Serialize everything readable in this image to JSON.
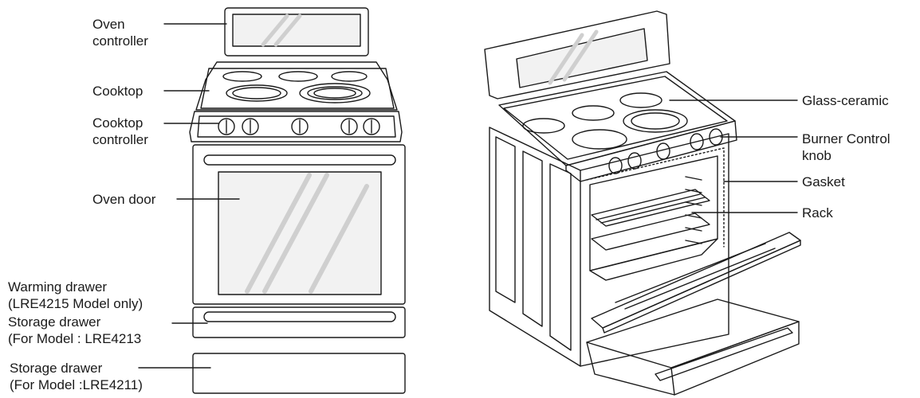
{
  "left_labels": {
    "oven_controller": [
      "Oven",
      "controller"
    ],
    "cooktop": "Cooktop",
    "cooktop_controller": [
      "Cooktop",
      "controller"
    ],
    "oven_door": "Oven door",
    "warming_drawer": [
      "Warming drawer",
      "(LRE4215 Model only)"
    ],
    "storage_drawer_4213": [
      "Storage drawer",
      "(For Model : LRE4213"
    ],
    "storage_drawer_4211": [
      "Storage drawer",
      "(For Model :LRE4211)"
    ]
  },
  "right_labels": {
    "glass_ceramic": "Glass-ceramic",
    "burner_control_knob": [
      "Burner Control",
      "knob"
    ],
    "gasket": "Gasket",
    "rack": "Rack"
  },
  "colors": {
    "line": "#1a1a1a",
    "glass_fill": "#f2f2f2",
    "glare": "#d9d9d9"
  }
}
